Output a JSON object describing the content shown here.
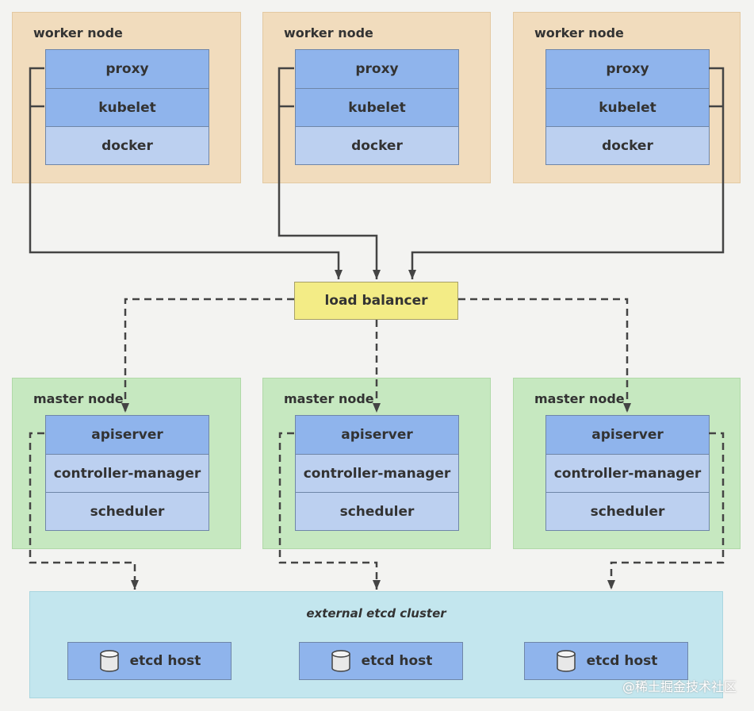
{
  "worker_nodes": [
    {
      "title": "worker node",
      "components": [
        "proxy",
        "kubelet",
        "docker"
      ]
    },
    {
      "title": "worker node",
      "components": [
        "proxy",
        "kubelet",
        "docker"
      ]
    },
    {
      "title": "worker node",
      "components": [
        "proxy",
        "kubelet",
        "docker"
      ]
    }
  ],
  "load_balancer": {
    "label": "load balancer"
  },
  "master_nodes": [
    {
      "title": "master node",
      "components": [
        "apiserver",
        "controller-manager",
        "scheduler"
      ]
    },
    {
      "title": "master node",
      "components": [
        "apiserver",
        "controller-manager",
        "scheduler"
      ]
    },
    {
      "title": "master node",
      "components": [
        "apiserver",
        "controller-manager",
        "scheduler"
      ]
    }
  ],
  "etcd_cluster": {
    "title": "external etcd cluster",
    "hosts": [
      {
        "label": "etcd host",
        "icon": "database-icon"
      },
      {
        "label": "etcd host",
        "icon": "database-icon"
      },
      {
        "label": "etcd host",
        "icon": "database-icon"
      }
    ]
  },
  "watermark": "@稀土掘金技术社区",
  "colors": {
    "worker_bg": "#f1dcbd",
    "master_bg": "#c6e8c0",
    "etcd_bg": "#c3e6ee",
    "component_dark": "#8fb4ec",
    "component_light": "#bcd0f0",
    "load_balancer": "#f3ec86"
  }
}
